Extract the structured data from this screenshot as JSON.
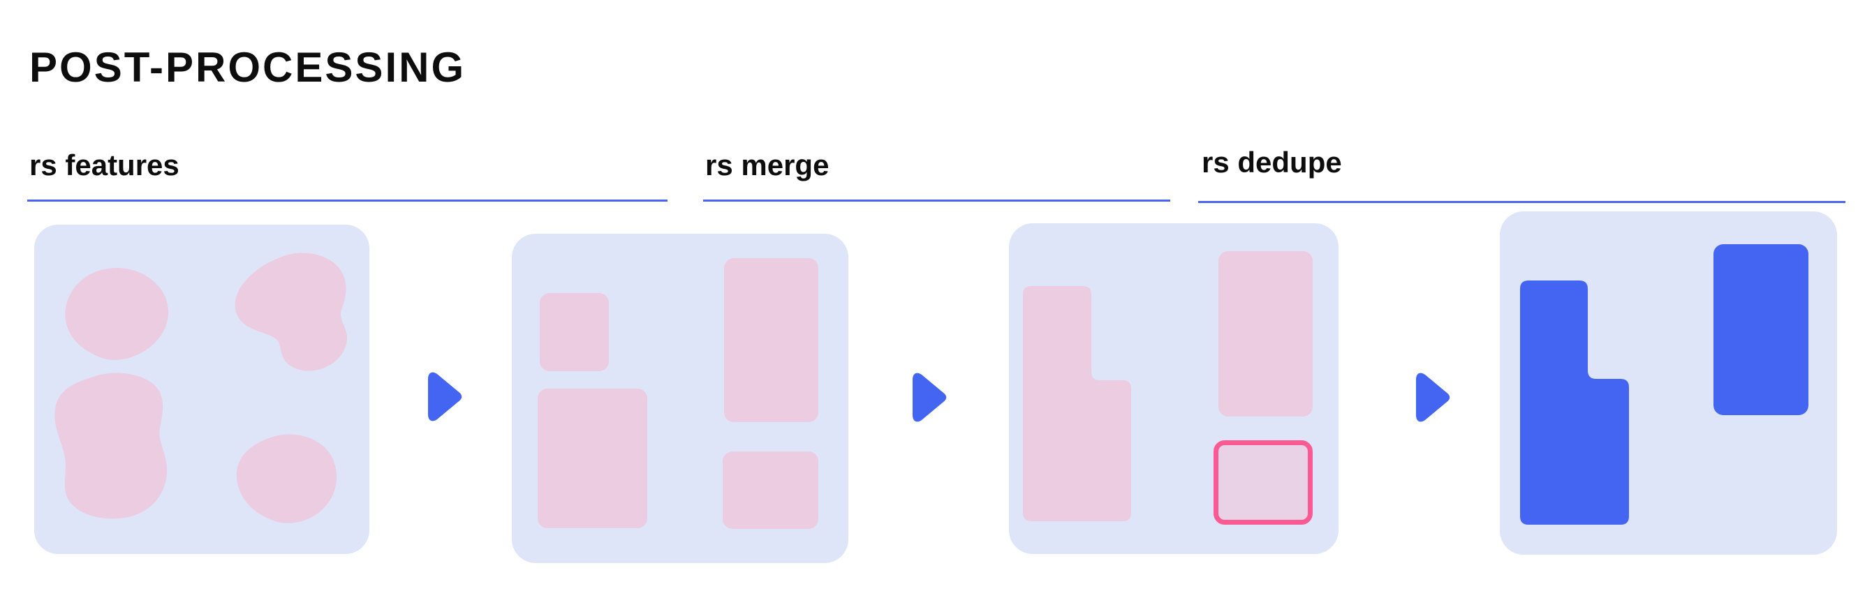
{
  "title": "POST-PROCESSING",
  "stages": [
    {
      "label": "rs features"
    },
    {
      "label": "rs merge"
    },
    {
      "label": "rs dedupe"
    }
  ],
  "panels": [
    {
      "name": "raw-regions",
      "description": "four irregular pink blobs (raw detected regions)"
    },
    {
      "name": "feature-boxes",
      "description": "four pink rounded boxes extracted from blobs"
    },
    {
      "name": "merged-boxes",
      "description": "merged pink L-shape, tall box, duplicate box highlighted"
    },
    {
      "name": "deduped-result",
      "description": "final blue L-shape and box after dedupe"
    }
  ],
  "icons": {
    "arrow_1": "arrow-right-icon",
    "arrow_2": "arrow-right-icon",
    "arrow_3": "arrow-right-icon"
  },
  "colors": {
    "bg": "#ffffff",
    "panel_bg": "#dee5f8",
    "shape_pink": "#ebcce1",
    "shape_blue": "#4365f2",
    "accent_blue": "#4a63f1",
    "highlight_border": "#fa5a92",
    "highlight_fill": "#e9d2e6",
    "text": "#0d0d0d"
  }
}
